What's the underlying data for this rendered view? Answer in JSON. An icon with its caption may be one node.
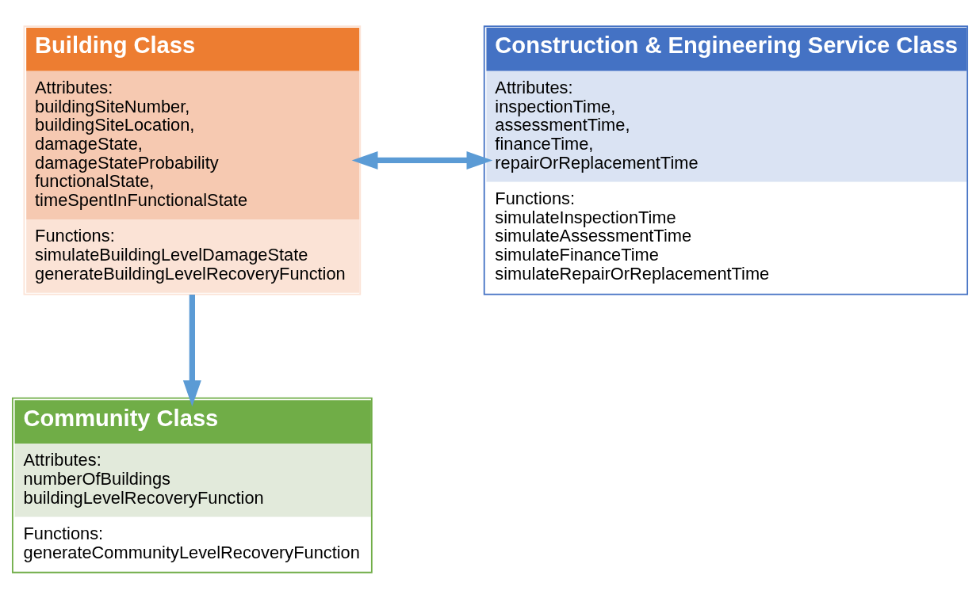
{
  "diagram": {
    "nodes": [
      {
        "text": [
          "Building Class",
          "Attributes: buildingSiteNumber, buildingSiteLocation, damageState, damageStateProbability functionalState, timeSpentInFunctionalState",
          "Functions: simulateBuildingLevelDamageState generateBuildingLevelRecoveryFunction"
        ]
      },
      {
        "text": [
          "Construction & Engineering Service Class",
          "Attributes: inspectionTime, assessmentTime, financeTime, repairOrReplacementTime",
          "Functions: simulateInspectionTime simulateAssessmentTime simulateFinanceTime simulateRepairOrReplacementTime"
        ]
      },
      {
        "text": [
          "Community Class",
          "Attributes: numberOfBuildings buildingLevelRecoveryFunction",
          "Functions: generateCommunityLevelRecoveryFunction"
        ]
      }
    ],
    "edges": [
      {
        "from": 0,
        "to": 1,
        "arrow": "both"
      },
      {
        "from": 0,
        "to": 2,
        "arrow": "to"
      }
    ]
  }
}
